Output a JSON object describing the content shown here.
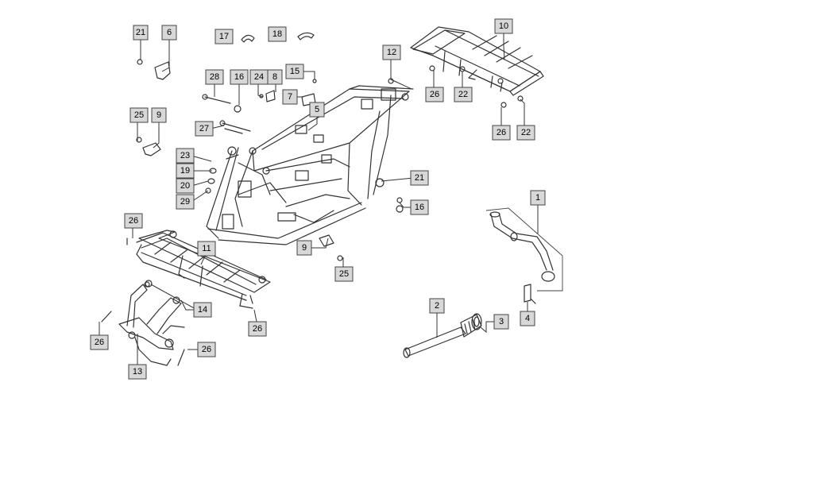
{
  "callouts": {
    "c21a": "21",
    "c6": "6",
    "c17": "17",
    "c18": "18",
    "c10": "10",
    "c12": "12",
    "c26a": "26",
    "c22a": "22",
    "c28": "28",
    "c16a": "16",
    "c24": "24",
    "c8": "8",
    "c15": "15",
    "c7": "7",
    "c25a": "25",
    "c9a": "9",
    "c5": "5",
    "c26b": "26",
    "c22b": "22",
    "c27": "27",
    "c23": "23",
    "c19": "19",
    "c20": "20",
    "c29": "29",
    "c21b": "21",
    "c16b": "16",
    "c1": "1",
    "c26c": "26",
    "c11": "11",
    "c9b": "9",
    "c25b": "25",
    "c14": "14",
    "c2": "2",
    "c3": "3",
    "c4": "4",
    "c26d": "26",
    "c26e": "26",
    "c26f": "26",
    "c13": "13"
  }
}
